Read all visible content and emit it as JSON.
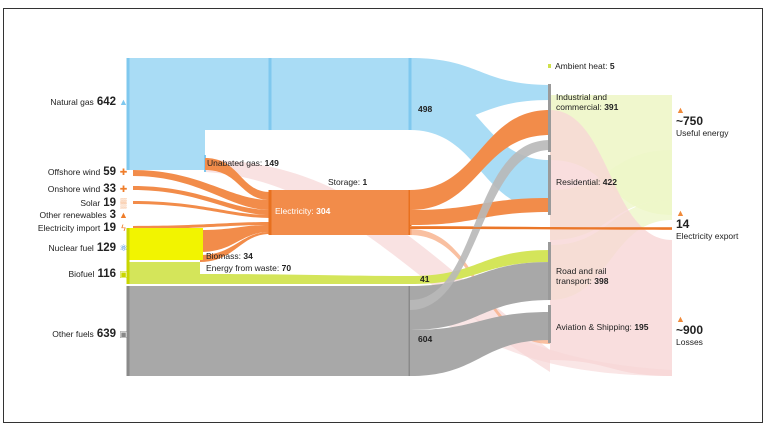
{
  "sources": [
    {
      "name": "Natural gas",
      "value": "642",
      "icon": "flame-icon",
      "glyph": "▲",
      "color": "#7fc8ee"
    },
    {
      "name": "Offshore wind",
      "value": "59",
      "icon": "wind-turbine-icon",
      "glyph": "✚",
      "color": "#2e7d32"
    },
    {
      "name": "Onshore wind",
      "value": "33",
      "icon": "wind-turbine-icon",
      "glyph": "✚",
      "color": "#2e7d32"
    },
    {
      "name": "Solar",
      "value": "19",
      "icon": "solar-panel-icon",
      "glyph": "▒",
      "color": "#2e7d32"
    },
    {
      "name": "Other renewables",
      "value": "3",
      "icon": "flame-icon",
      "glyph": "▲",
      "color": "#ef7d2a"
    },
    {
      "name": "Electricity import",
      "value": "19",
      "icon": "lightning-icon",
      "glyph": "ϟ",
      "color": "#ef7d2a"
    },
    {
      "name": "Nuclear fuel",
      "value": "129",
      "icon": "atom-icon",
      "glyph": "⚛",
      "color": "#2b7bd6"
    },
    {
      "name": "Biofuel",
      "value": "116",
      "icon": "fuel-can-icon",
      "glyph": "▣",
      "color": "#c9d600"
    },
    {
      "name": "Other fuels",
      "value": "639",
      "icon": "fuel-can-icon",
      "glyph": "▣",
      "color": "#888888"
    }
  ],
  "mid_labels": {
    "unabated_gas": {
      "name": "Unabated gas:",
      "value": "149"
    },
    "electricity": {
      "name": "Electricity:",
      "value": "304"
    },
    "storage": {
      "name": "Storage:",
      "value": "1"
    },
    "biomass": {
      "name": "Biomass:",
      "value": "34"
    },
    "waste": {
      "name": "Energy from waste:",
      "value": "70"
    },
    "flow_498": "498",
    "flow_41": "41",
    "flow_604": "604"
  },
  "sectors": {
    "ambient_heat": {
      "name": "Ambient heat:",
      "value": "5"
    },
    "industrial": {
      "line1": "Industrial and",
      "line2": "commercial:",
      "value": "391"
    },
    "residential": {
      "name": "Residential:",
      "value": "422"
    },
    "road_rail": {
      "line1": "Road and rail",
      "line2": "transport:",
      "value": "398"
    },
    "aviation": {
      "name": "Aviation & Shipping:",
      "value": "195"
    }
  },
  "outcomes": {
    "useful": {
      "value": "~750",
      "name": "Useful energy",
      "icon": "flame-icon"
    },
    "export": {
      "value": "14",
      "name": "Electricity export",
      "icon": "flame-icon"
    },
    "losses": {
      "value": "~900",
      "name": "Losses",
      "icon": "flame-icon"
    }
  },
  "colors": {
    "gas": "#7fc8ee",
    "electricity": "#f28c4a",
    "nuclear": "#eef000",
    "biofuel": "#cfe04a",
    "other": "#a8a8a8",
    "useful": "#eef6c8",
    "losses": "#f6d0d0"
  }
}
